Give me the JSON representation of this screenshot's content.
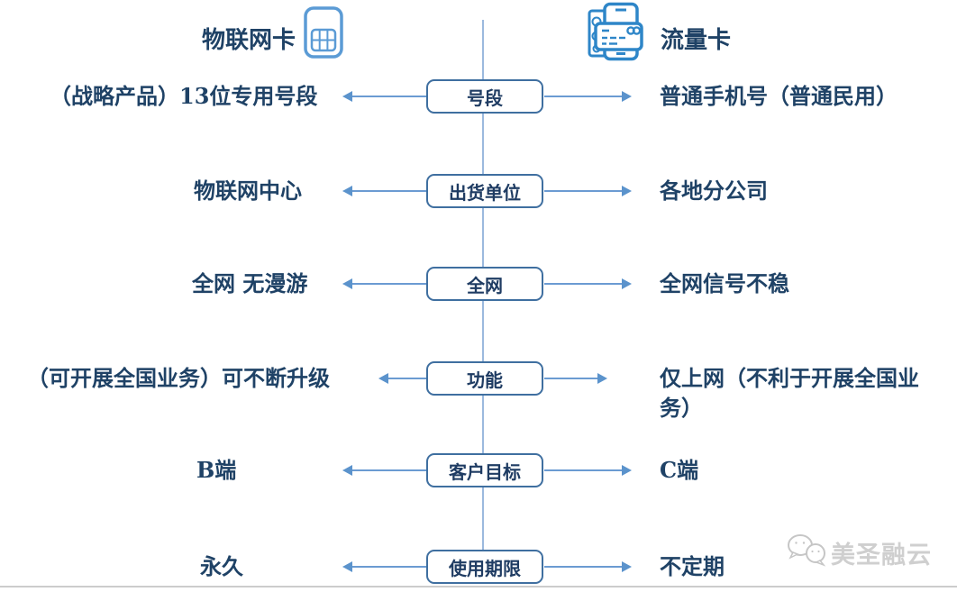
{
  "header": {
    "left_title": "物联网卡",
    "right_title": "流量卡"
  },
  "rows": [
    {
      "category": "号段",
      "left": "（战略产品）13位专用号段",
      "right": "普通手机号（普通民用）"
    },
    {
      "category": "出货单位",
      "left": "物联网中心",
      "right": "各地分公司"
    },
    {
      "category": "全网",
      "left": "全网 无漫游",
      "right": "全网信号不稳"
    },
    {
      "category": "功能",
      "left": "（可开展全国业务）可不断升级",
      "right": "仅上网（不利于开展全国业务）"
    },
    {
      "category": "客户目标",
      "left": "B端",
      "right": "C端"
    },
    {
      "category": "使用期限",
      "left": "永久",
      "right": "不定期"
    }
  ],
  "watermark": {
    "label": "美圣融云"
  },
  "icons": [
    "sim-card-icon",
    "phone-data-card-icon",
    "wechat-icon"
  ],
  "colors": {
    "text_navy": "#1f4266",
    "box_border": "#3f6fa0",
    "arrow_blue": "#6b9bd2",
    "line_blue": "#9bb9de",
    "sim_icon_blue": "#5b9bd5",
    "phone_icon_blue": "#2e86c8",
    "watermark_gray": "#cfcfcf"
  }
}
